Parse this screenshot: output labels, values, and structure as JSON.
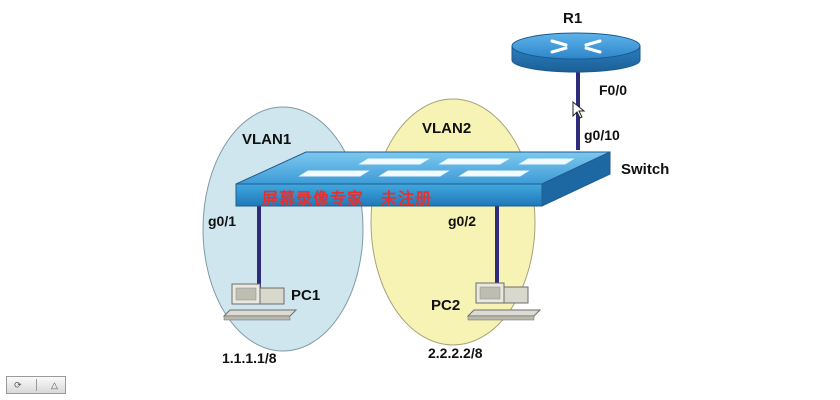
{
  "router": {
    "name": "R1",
    "port": "F0/0"
  },
  "switch": {
    "name": "Switch",
    "uplink_port": "g0/10"
  },
  "vlans": [
    {
      "name": "VLAN1",
      "port": "g0/1",
      "pc": "PC1",
      "ip": "1.1.1.1/8",
      "color": "#cfe6ef"
    },
    {
      "name": "VLAN2",
      "port": "g0/2",
      "pc": "PC2",
      "ip": "2.2.2.2/8",
      "color": "#f6f3b4"
    }
  ],
  "watermark": "屏幕录像专家　未注册",
  "colors": {
    "link": "#2e2b7a",
    "switch_front": "#2e93cf",
    "router_body": "#2f8bd0"
  },
  "icons": {
    "pc": "pc-icon",
    "router": "router-icon",
    "switch": "switch-icon",
    "cursor": "cursor-icon"
  }
}
